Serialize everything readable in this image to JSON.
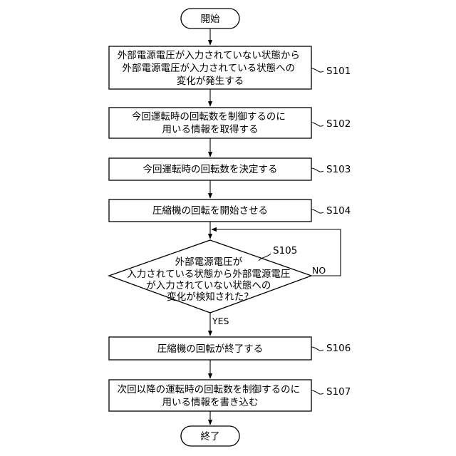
{
  "flowchart": {
    "start": {
      "label": "開始"
    },
    "steps": [
      {
        "id": "S101",
        "lines": [
          "外部電源電圧が入力されていない状態から",
          "外部電源電圧が入力されている状態への",
          "変化が発生する"
        ]
      },
      {
        "id": "S102",
        "lines": [
          "今回運転時の回転数を制御するのに",
          "用いる情報を取得する"
        ]
      },
      {
        "id": "S103",
        "lines": [
          "今回運転時の回転数を決定する"
        ]
      },
      {
        "id": "S104",
        "lines": [
          "圧縮機の回転を開始させる"
        ]
      },
      {
        "id": "S106",
        "lines": [
          "圧縮機の回転が終了する"
        ]
      },
      {
        "id": "S107",
        "lines": [
          "次回以降の運転時の回転数を制御するのに",
          "用いる情報を書き込む"
        ]
      }
    ],
    "decision": {
      "id": "S105",
      "lines": [
        "外部電源電圧が",
        "入力されている状態から外部電源電圧",
        "が入力されていない状態への",
        "変化が検知された？"
      ],
      "yes_label": "YES",
      "no_label": "NO"
    },
    "end": {
      "label": "終了"
    }
  }
}
